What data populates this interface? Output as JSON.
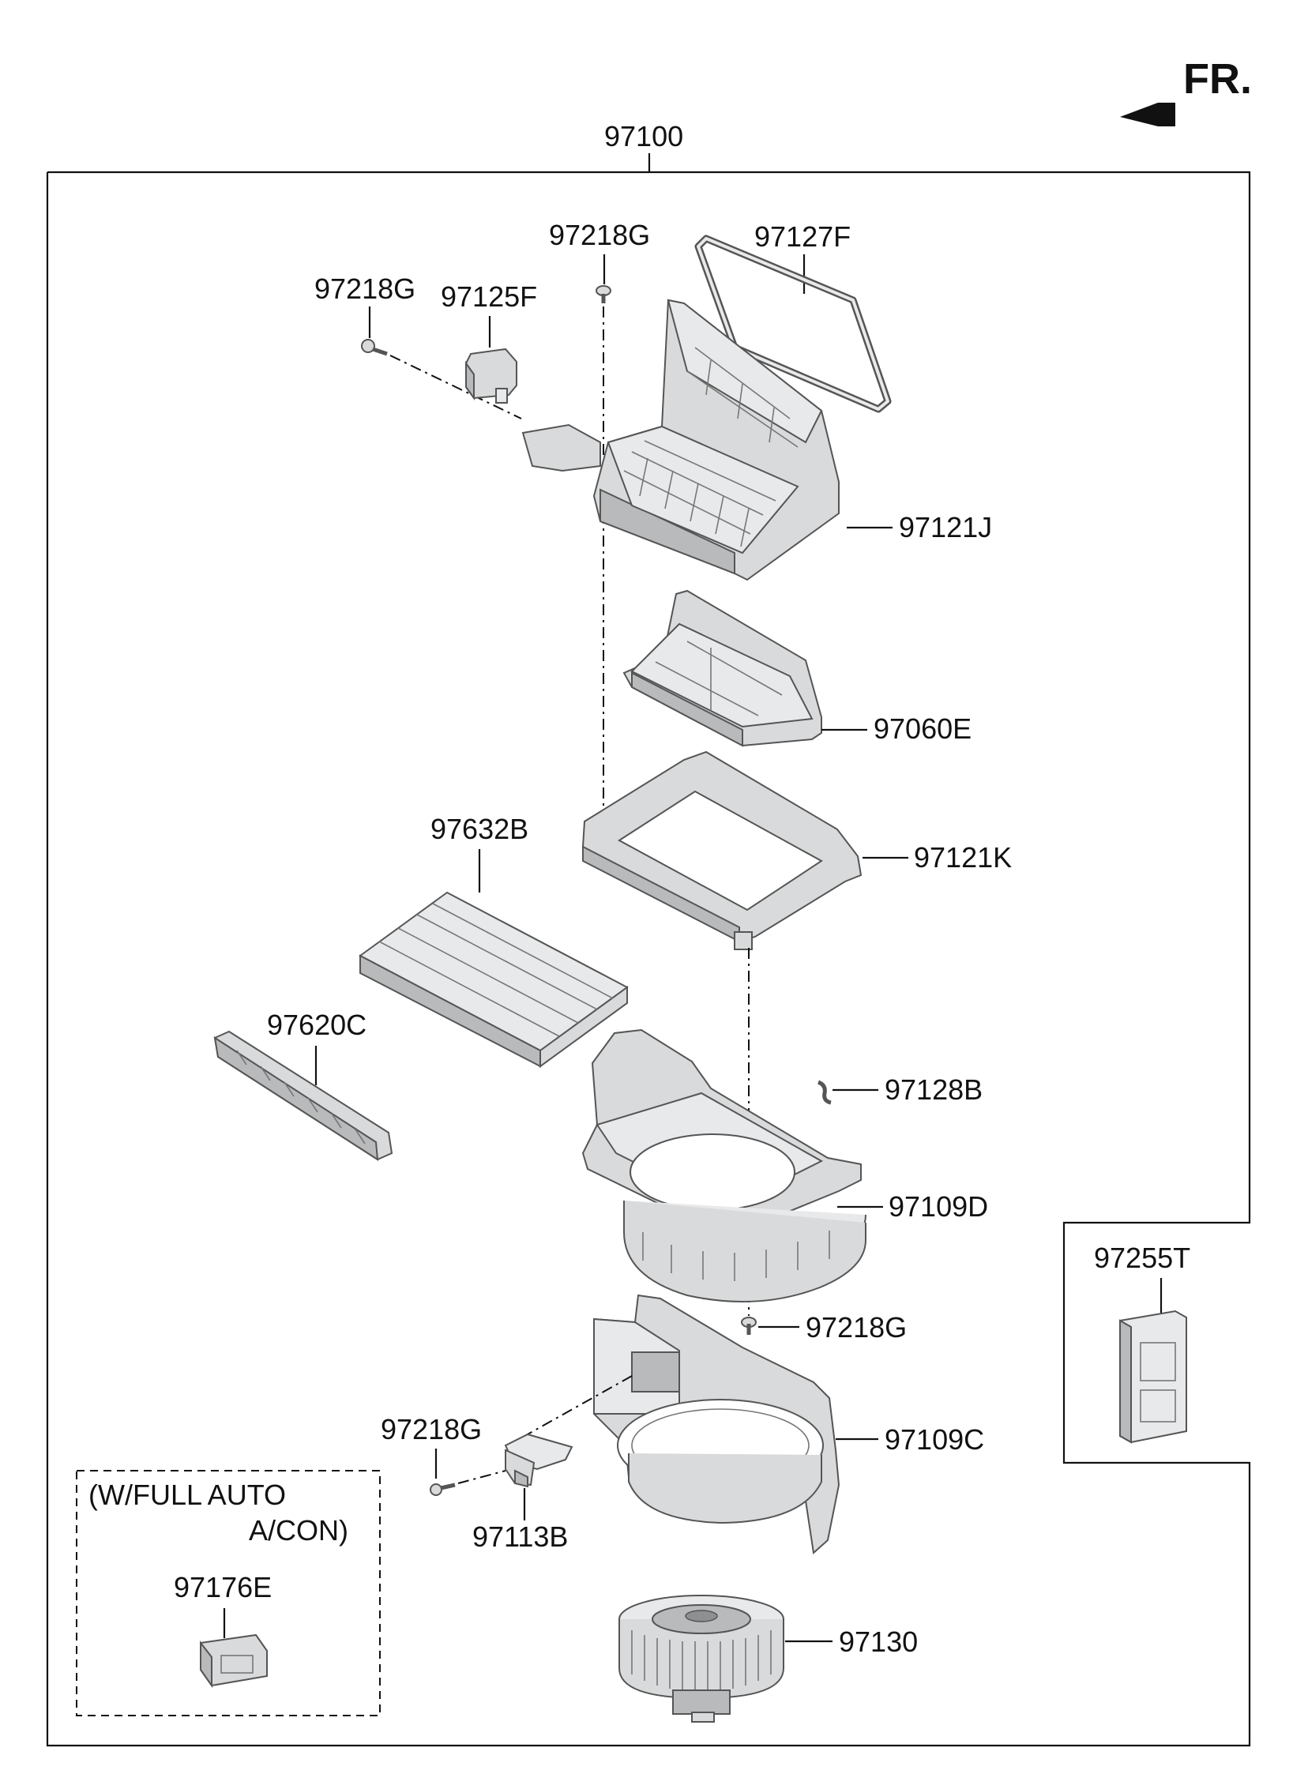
{
  "orientation_label": "FR.",
  "assembly_label": "97100",
  "parts": {
    "screw_top_center": "97218G",
    "gasket": "97127F",
    "screw_top_left": "97218G",
    "actuator": "97125F",
    "upper_case": "97121J",
    "intake_door": "97060E",
    "filter_frame": "97121K",
    "cabin_filter": "97632B",
    "filter_cover": "97620C",
    "clip": "97128B",
    "blower_case_upper": "97109D",
    "screw_mid_right": "97218G",
    "blower_case_lower": "97109C",
    "screw_resistor": "97218G",
    "resistor": "97113B",
    "blower_motor": "97130",
    "side_module": "97255T",
    "auto_sensor": "97176E"
  },
  "option_note": {
    "line1": "(W/FULL AUTO",
    "line2": "A/CON)"
  },
  "icons": {
    "direction_arrow": "front-direction-arrow-icon"
  }
}
